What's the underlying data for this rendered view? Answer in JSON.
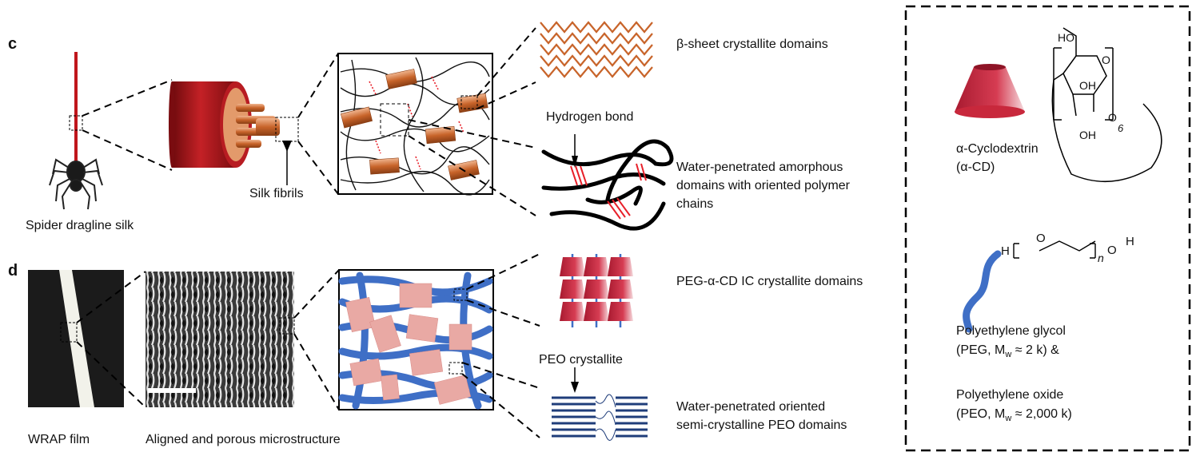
{
  "panels": {
    "c": "c",
    "d": "d"
  },
  "row_c": {
    "spider_label": "Spider dragline silk",
    "fibrils_label": "Silk fibrils",
    "hbond_label": "Hydrogen bond",
    "beta_label": "β-sheet crystallite domains",
    "amorph_line1": "Water-penetrated amorphous",
    "amorph_line2": "domains with oriented polymer",
    "amorph_line3": "chains"
  },
  "row_d": {
    "film_label": "WRAP film",
    "micro_label": "Aligned and porous microstructure",
    "ic_label": "PEG-α-CD IC crystallite domains",
    "peo_cryst_label": "PEO crystallite",
    "peo_line1": "Water-penetrated oriented",
    "peo_line2": "semi-crystalline PEO domains"
  },
  "legend": {
    "acd_line1": "α-Cyclodextrin",
    "acd_line2": "(α-CD)",
    "peg_line1": "Polyethylene glycol",
    "peg_line2": "(PEG, M",
    "peg_line2_sub": "w",
    "peg_line2_end": " ≈ 2 k) &",
    "peo_line1": "Polyethylene oxide",
    "peo_line2": "(PEO, M",
    "peo_line2_sub": "w",
    "peo_line2_end": " ≈  2,000 k)",
    "chem_ho": "HO",
    "chem_oh1": "OH",
    "chem_oh2": "OH",
    "chem_o1": "O",
    "chem_o2": "O",
    "chem_six": "6",
    "peg_h1": "H",
    "peg_o1": "O",
    "peg_n": "n",
    "peg_o2": "O",
    "peg_h2": "H"
  },
  "colors": {
    "silk_red": "#a3161b",
    "orange": "#c8642a",
    "hbond": "#e8202a",
    "blue": "#3f6fc6",
    "pink": "#e9a9a4",
    "cd_red": "#c8283c"
  }
}
